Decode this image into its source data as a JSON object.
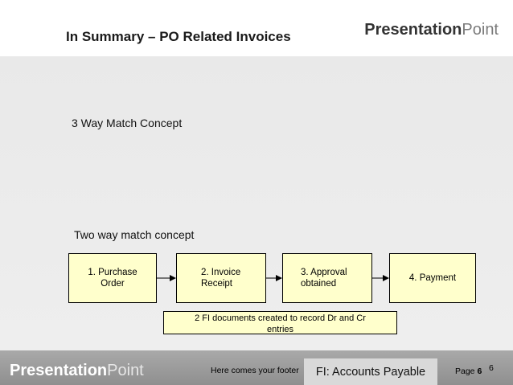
{
  "slide": {
    "title": "In Summary – PO Related Invoices",
    "logo": {
      "part1": "Presentation",
      "part2": "Point"
    },
    "headings": {
      "three_way": "3 Way Match Concept",
      "two_way": "Two way match concept"
    }
  },
  "diagram": {
    "steps": [
      {
        "line1": "1. Purchase",
        "line2": "Order"
      },
      {
        "line1": "2. Invoice",
        "line2": "Receipt"
      },
      {
        "line1": "3. Approval",
        "line2": "obtained"
      },
      {
        "line1": "4. Payment",
        "line2": ""
      }
    ],
    "note": {
      "line1": "2 FI documents created to record Dr and Cr",
      "line2": "entries"
    }
  },
  "footer": {
    "text": "Here comes your footer",
    "module": "FI: Accounts Payable",
    "page_label": "Page",
    "page_number": "6",
    "page_number_right": "6"
  }
}
